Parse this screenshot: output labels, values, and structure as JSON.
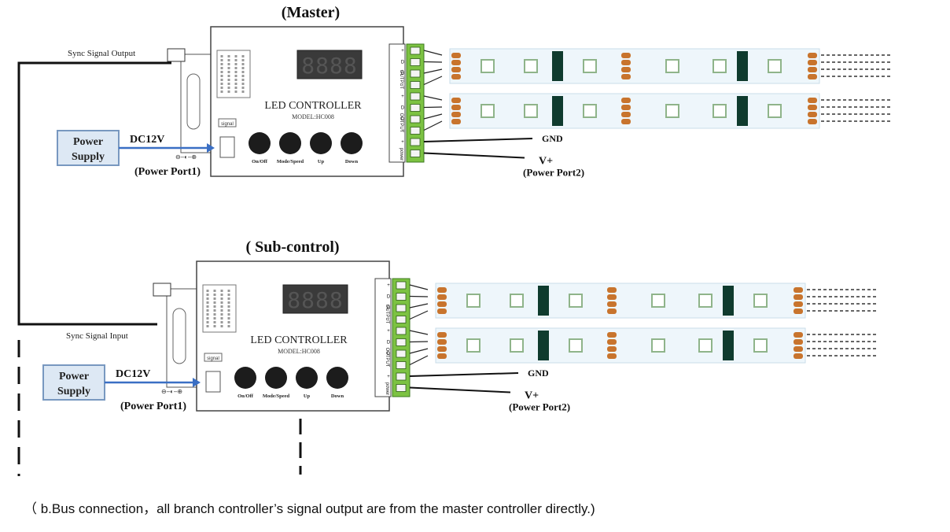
{
  "master": {
    "title": "(Master)",
    "sync_label": "Sync Signal Output",
    "power_supply": [
      "Power",
      "Supply"
    ],
    "dc_label": "DC12V",
    "power_port1": "(Power Port1)",
    "gnd": "GND",
    "vplus": "V+",
    "power_port2": "(Power Port2)"
  },
  "sub": {
    "title": "( Sub-control)",
    "sync_label": "Sync Signal Input",
    "power_supply": [
      "Power",
      "Supply"
    ],
    "dc_label": "DC12V",
    "power_port1": "(Power Port1)",
    "gnd": "GND",
    "vplus": "V+",
    "power_port2": "(Power Port2)"
  },
  "controller": {
    "name": "LED  CONTROLLER",
    "model": "MODEL:HC008",
    "display": "8888",
    "buttons": [
      "On/Off",
      "Mode/Speed",
      "Up",
      "Down"
    ],
    "terminal_output": "OUTPUT",
    "terminal_power": "power",
    "terminal_labels": [
      "+",
      "D",
      "D",
      "-",
      "+",
      "D",
      "D",
      "-",
      "+",
      "-"
    ],
    "signal_label": "signal"
  },
  "caption": "（ b.Bus connection，all branch controller’s signal output are from the master controller directly.)",
  "colors": {
    "arrow": "#3a6fc4",
    "terminal_green": "#7cc242",
    "strip": "#eef6fb",
    "led_pad": "#c8742d",
    "chip": "#0f3b2e",
    "power_box_fill": "#dde8f4",
    "power_box_border": "#7898c0"
  }
}
